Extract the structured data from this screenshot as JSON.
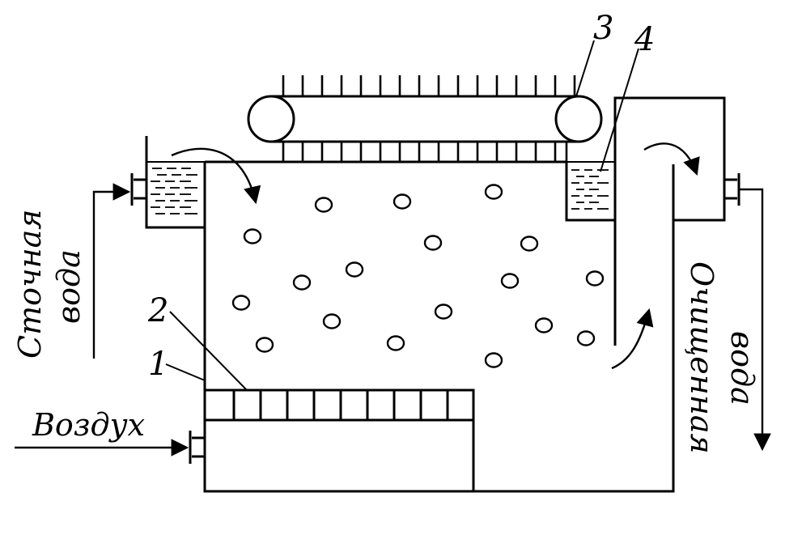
{
  "labels": {
    "part1": "1",
    "part2": "2",
    "part3": "3",
    "part4": "4",
    "wastewater_line1": "Сточная",
    "wastewater_line2": "вода",
    "treated_line1": "Очищенная",
    "treated_line2": "вода",
    "air": "Воздух"
  },
  "colors": {
    "stroke": "#000000",
    "background": "#ffffff"
  }
}
